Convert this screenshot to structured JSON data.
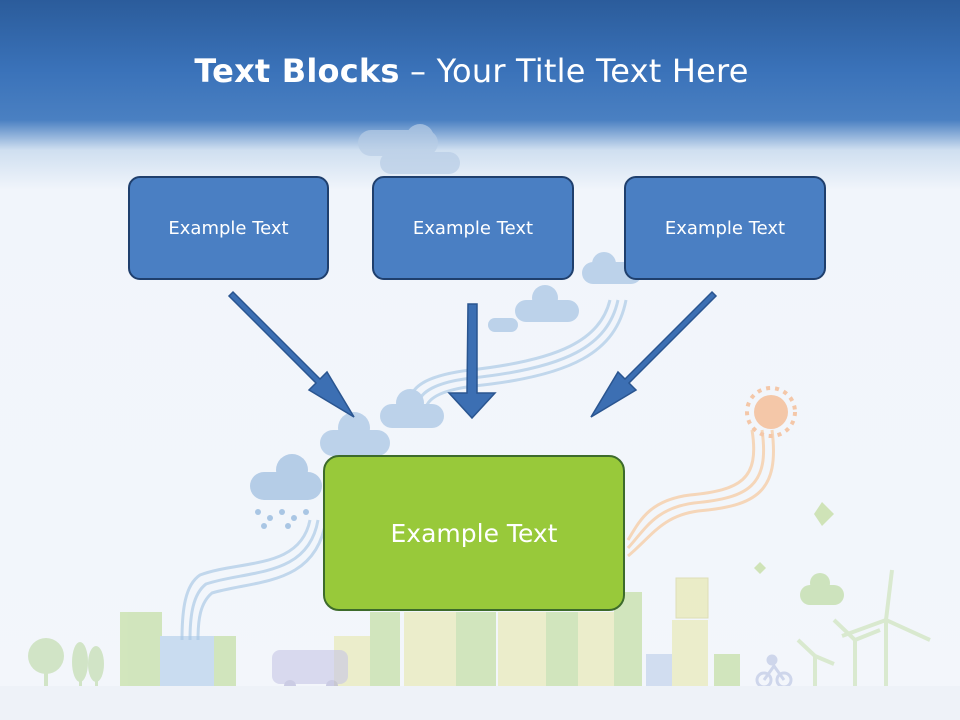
{
  "title": {
    "bold": "Text Blocks",
    "separator": " – ",
    "rest": "Your Title Text Here"
  },
  "blocks": [
    {
      "label": "Example Text"
    },
    {
      "label": "Example Text"
    },
    {
      "label": "Example Text"
    }
  ],
  "center_block": {
    "label": "Example Text"
  },
  "colors": {
    "header_blue": "#3a72b9",
    "block_blue": "#4a7fc3",
    "block_border": "#1f3f6d",
    "center_green": "#98c93a",
    "center_border": "#3d6b2b",
    "arrow_blue": "#3c6fb3"
  },
  "illustration": {
    "elements": [
      "cloud-icon",
      "rain-cloud-icon",
      "sun-icon",
      "city-buildings",
      "wind-turbine-icon",
      "trees-icon",
      "recycle-bus-icon",
      "cyclist-icon",
      "butterfly-icon",
      "solar-panel-icon"
    ]
  }
}
